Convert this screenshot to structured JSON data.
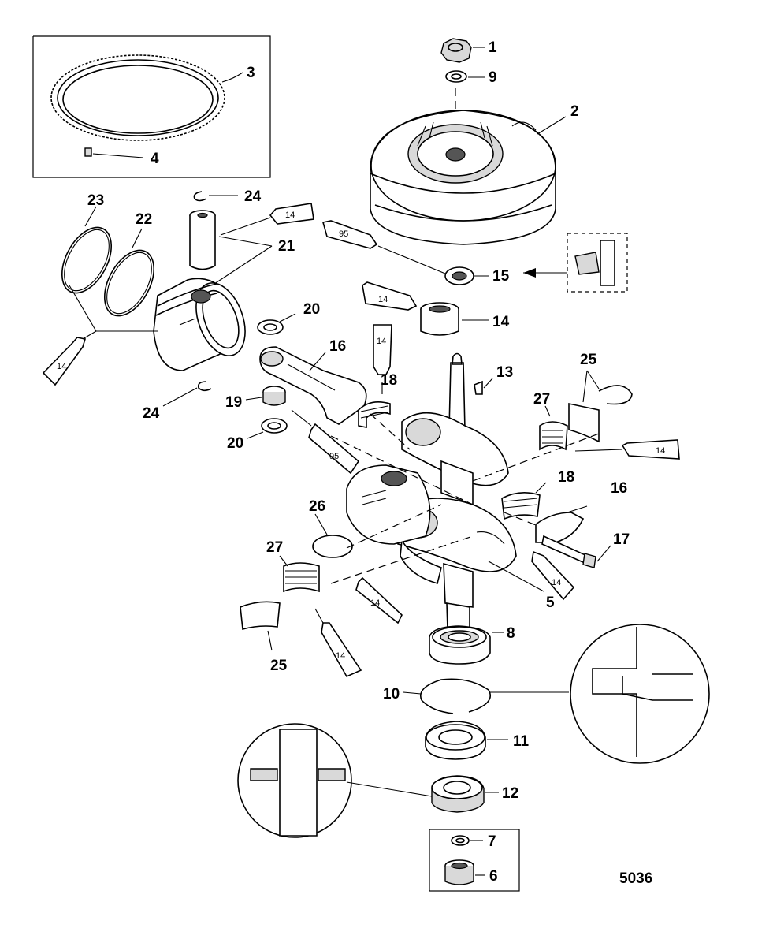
{
  "diagram": {
    "drawing_number": "5036",
    "callouts": {
      "c1": "1",
      "c9": "9",
      "c2": "2",
      "c3": "3",
      "c4": "4",
      "c24a": "24",
      "c23": "23",
      "c22": "22",
      "c21": "21",
      "c15": "15",
      "c14a": "14",
      "c20a": "20",
      "c16a": "16",
      "c13": "13",
      "c25a": "25",
      "c27a": "27",
      "c18a": "18",
      "c19": "19",
      "c24b": "24",
      "c20b": "20",
      "c18b": "18",
      "c16b": "16",
      "c17": "17",
      "c26": "26",
      "c27b": "27",
      "c5": "5",
      "c8": "8",
      "c25b": "25",
      "c10": "10",
      "c11": "11",
      "c12": "12",
      "c7": "7",
      "c6": "6"
    },
    "lubricant_tubes": {
      "t1": "14",
      "t2": "95",
      "t3": "14",
      "t4": "14",
      "t5": "14",
      "t6": "95",
      "t7": "14",
      "t8": "14",
      "t9": "14",
      "t10": "14"
    }
  }
}
